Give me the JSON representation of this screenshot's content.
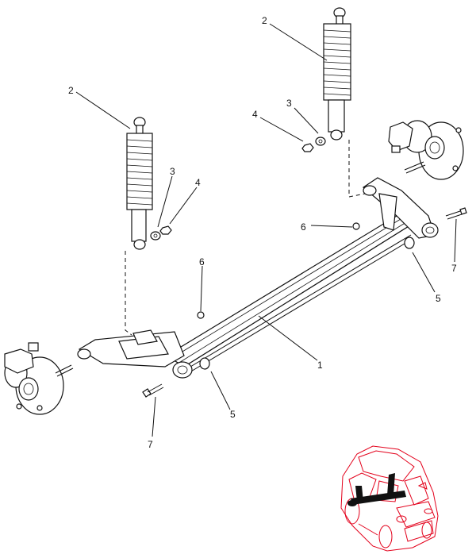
{
  "callouts": {
    "label_1": "1",
    "label_2_left": "2",
    "label_2_right": "2",
    "label_3_left": "3",
    "label_3_right": "3",
    "label_4_left": "4",
    "label_4_right": "4",
    "label_5_left": "5",
    "label_5_right": "5",
    "label_6_left": "6",
    "label_6_right": "6",
    "label_7_left": "7",
    "label_7_right": "7"
  },
  "colors": {
    "line": "#111111",
    "locator_car": "#e3001b",
    "locator_arrow": "#111111"
  }
}
